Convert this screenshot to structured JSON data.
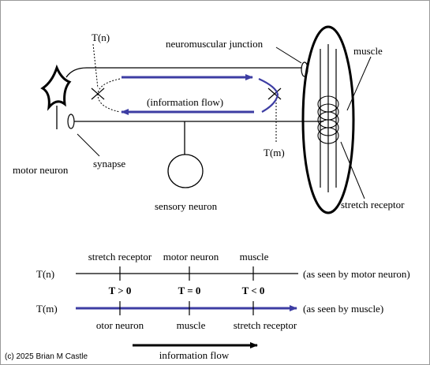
{
  "labels": {
    "t_n_top": "T(n)",
    "neuromuscular_junction": "neuromuscular junction",
    "muscle": "muscle",
    "information_flow_paren": "(information flow)",
    "motor_neuron": "motor neuron",
    "synapse": "synapse",
    "t_m": "T(m)",
    "sensory_neuron": "sensory neuron",
    "stretch_receptor": "stretch receptor"
  },
  "timeline": {
    "row1_label": "T(n)",
    "row1_note": "(as seen by motor neuron)",
    "row1_ticks": [
      "stretch receptor",
      "motor neuron",
      "muscle"
    ],
    "conditions": [
      "T > 0",
      "T = 0",
      "T < 0"
    ],
    "row2_label": "T(m)",
    "row2_note": "(as seen by muscle)",
    "row2_ticks": [
      "otor neuron",
      "muscle",
      "stretch receptor"
    ]
  },
  "footer": {
    "copyright": "(c) 2025 Brian M Castle",
    "information_flow": "information flow"
  },
  "colors": {
    "arrow_blue": "#3d3da3",
    "ink": "#000000",
    "frame": "#9a9a9a"
  }
}
